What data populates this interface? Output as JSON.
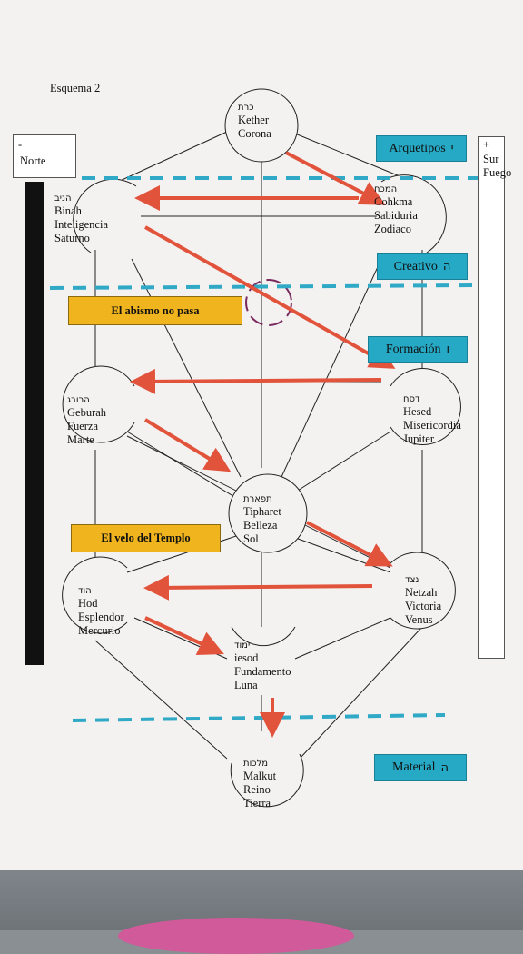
{
  "schema_label": "Esquema 2",
  "sephirot": {
    "kether": {
      "hebrew": "כרת",
      "lines": [
        "Kether",
        "Corona"
      ]
    },
    "cohkma": {
      "hebrew": "המכח",
      "lines": [
        "Cohkma",
        "Sabiduria",
        "Zodiaco"
      ]
    },
    "binah": {
      "hebrew": "הניב",
      "lines": [
        "Binah",
        "Inteligencia",
        "Saturno"
      ]
    },
    "geburah": {
      "hebrew": "הרובג",
      "lines": [
        "Geburah",
        "Fuerza",
        "Marte"
      ]
    },
    "hesed": {
      "hebrew": "דסח",
      "lines": [
        "Hesed",
        "Misericordia",
        "Jupiter"
      ]
    },
    "tipharet": {
      "hebrew": "תפארת",
      "lines": [
        "Tipharet",
        "Belleza",
        "Sol"
      ]
    },
    "netzah": {
      "hebrew": "נצד",
      "lines": [
        "Netzah",
        "Victoria",
        "Venus"
      ]
    },
    "hod": {
      "hebrew": "הוד",
      "lines": [
        "Hod",
        "Esplendor",
        "Mercurio"
      ]
    },
    "iesod": {
      "hebrew": "ימוד",
      "lines": [
        "iesod",
        "Fundamento",
        "Luna"
      ]
    },
    "malkut": {
      "hebrew": "מלכות",
      "lines": [
        "Malkut",
        "Reino",
        "Tierra"
      ]
    }
  },
  "worlds": {
    "arquetipos": {
      "label": "Arquetipos",
      "letter": "י"
    },
    "creativo": {
      "label": "Creativo",
      "letter": "ה"
    },
    "formacion": {
      "label": "Formación",
      "letter": "ו"
    },
    "material": {
      "label": "Material",
      "letter": "ה"
    }
  },
  "labels": {
    "abismo": "El abismo no pasa",
    "velo": "El velo del Templo"
  },
  "left_pillar": {
    "sign": "-",
    "name": "Norte"
  },
  "right_pillar": {
    "sign": "+",
    "name1": "Sur",
    "name2": "Fuego"
  },
  "colors": {
    "arrow": "#e2533c",
    "dash": "#2fa9c6",
    "world_box": "#26a9c5",
    "label_box": "#f0b51e",
    "abyss_circle": "#7a2a5e"
  }
}
